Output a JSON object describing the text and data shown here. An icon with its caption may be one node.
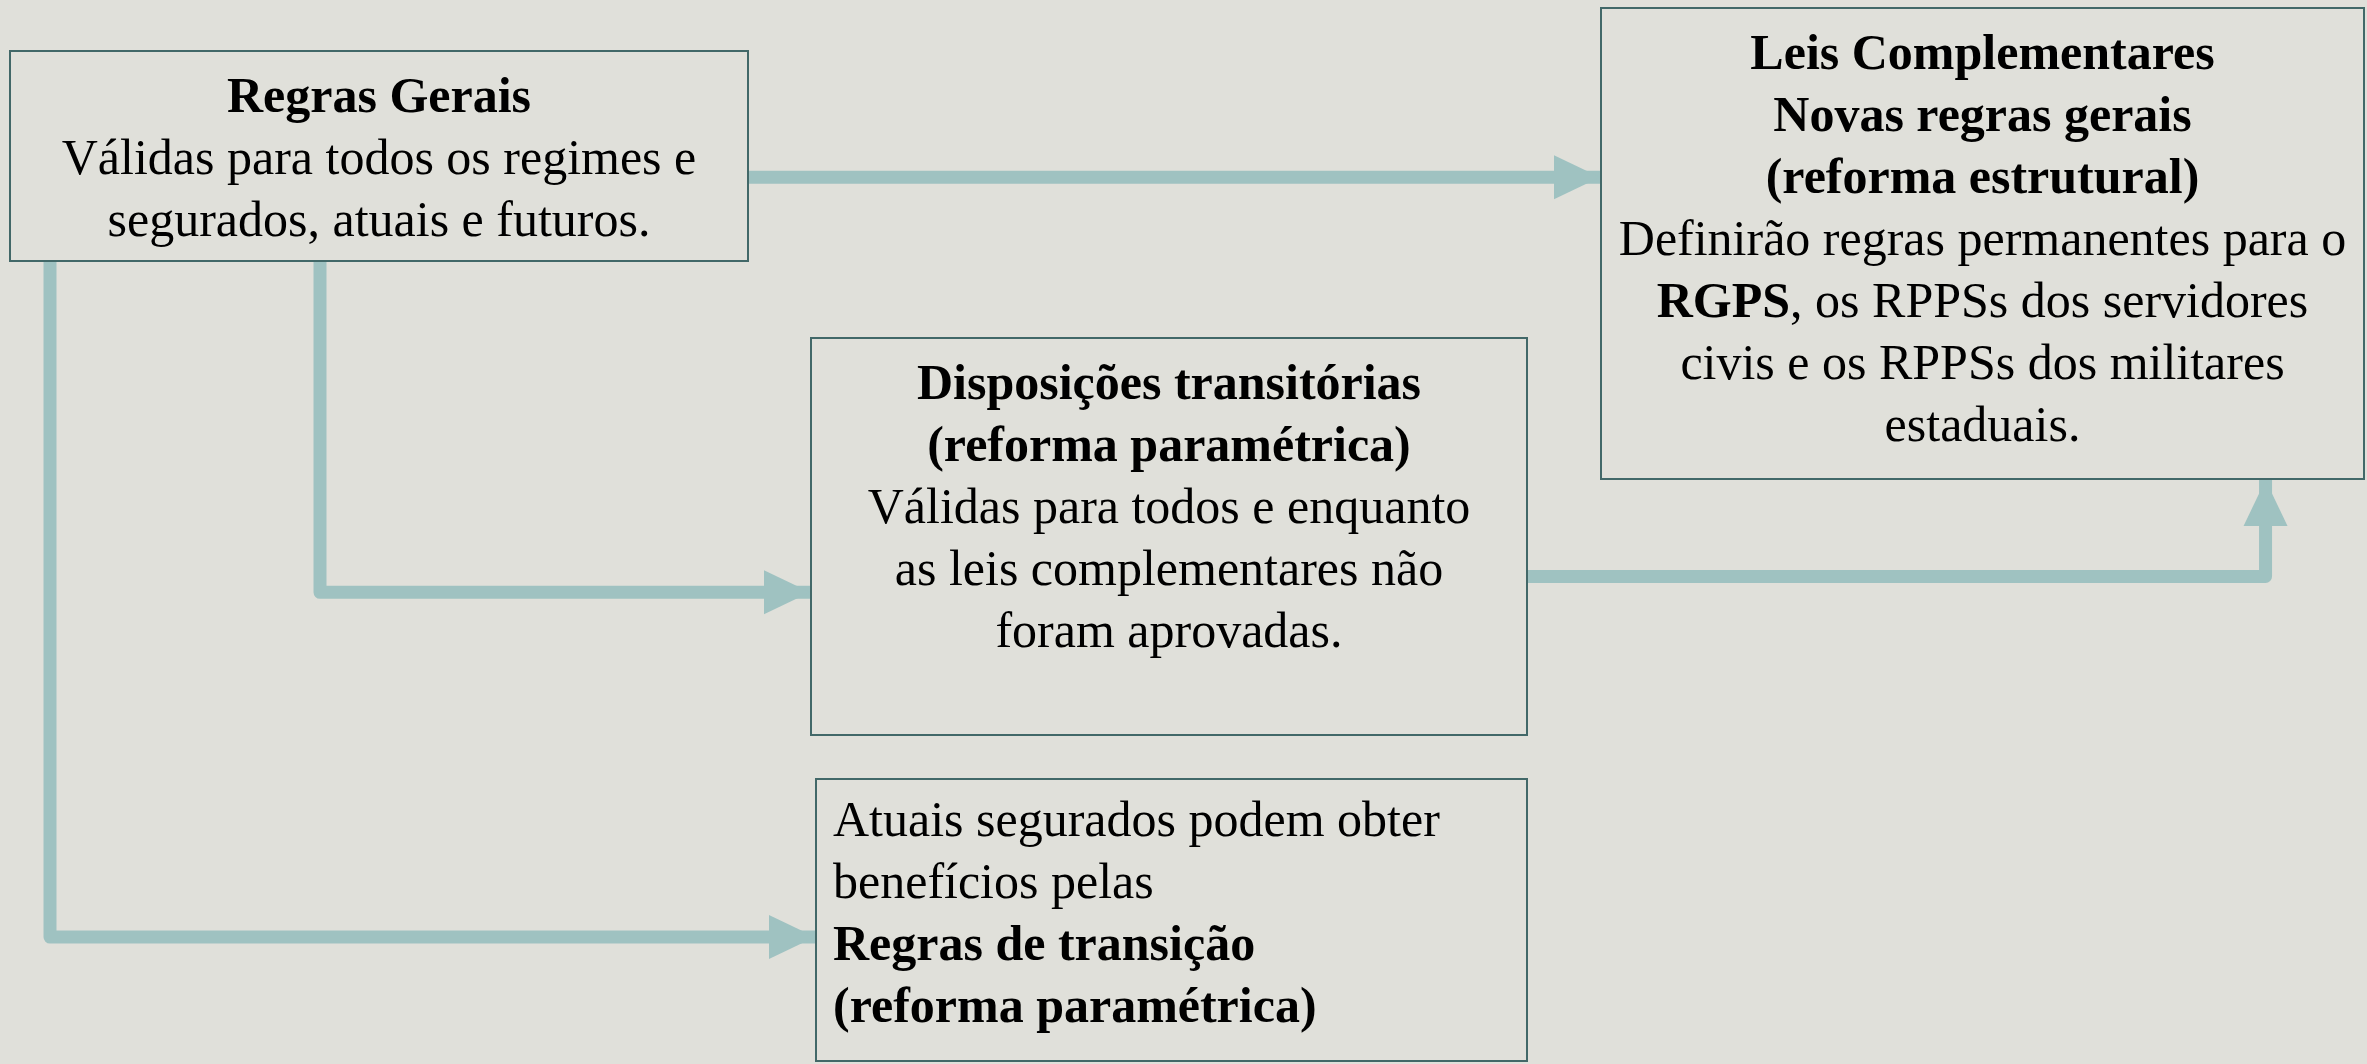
{
  "diagram": {
    "nodes": [
      {
        "text": [
          "Regras Gerais",
          "Válidas para todos os regimes e segurados, atuais e futuros."
        ]
      },
      {
        "text": [
          "Leis Complementares",
          "Novas regras gerais",
          "(reforma estrutural)",
          "Definirão regras permanentes para o **RGPS**, os RPPSs dos servidores civis e os RPPSs dos militares estaduais."
        ]
      },
      {
        "text": [
          "Disposições transitórias (reforma paramétrica)",
          "Válidas para todos e enquanto as leis complementares não foram aprovadas."
        ]
      },
      {
        "text": [
          "Atuais segurados podem obter benefícios pelas",
          "Regras de transição (reforma paramétrica)"
        ]
      }
    ],
    "edges": [
      {
        "from": 0,
        "to": 1,
        "arrow": "to"
      },
      {
        "from": 0,
        "to": 2,
        "arrow": "to"
      },
      {
        "from": 0,
        "to": 3,
        "arrow": "to"
      },
      {
        "from": 2,
        "to": 1,
        "arrow": "to"
      }
    ]
  }
}
